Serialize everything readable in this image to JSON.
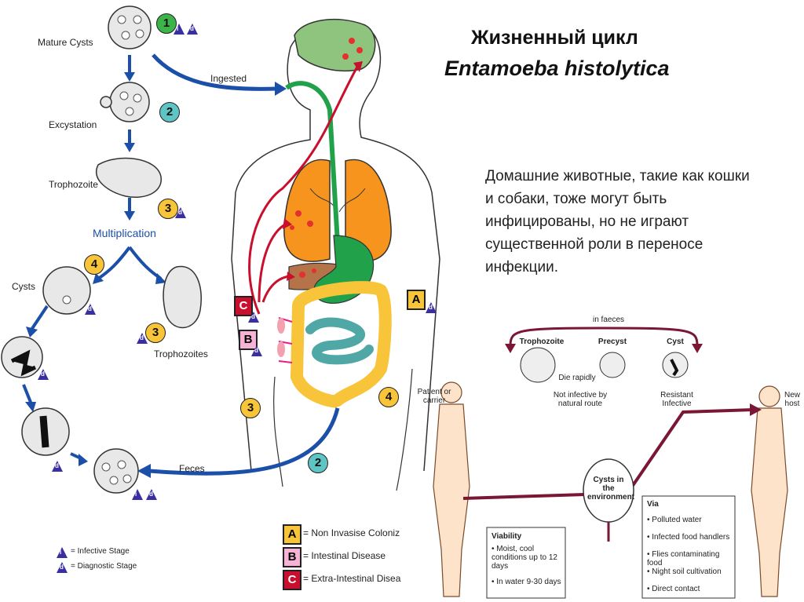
{
  "title": {
    "line1": "Жизненный цикл",
    "line2": "Entamoeba histolytica"
  },
  "note": "Домашние животные, такие как кошки и собаки, тоже могут быть инфицированы, но не играют существенной роли в переносе инфекции.",
  "lifecycle": {
    "mature_cysts": "Mature Cysts",
    "excystation": "Excystation",
    "trophozoite": "Trophozoite",
    "multiplication": "Multiplication",
    "cysts": "Cysts",
    "trophozoites": "Trophozoites",
    "ingested": "Ingested",
    "feces": "Feces",
    "stage_numbers": [
      "1",
      "2",
      "3",
      "4"
    ],
    "infective_letter": "i",
    "diagnostic_letter": "d"
  },
  "key": {
    "infective": "= Infective Stage",
    "diagnostic": "= Diagnostic Stage",
    "a_letter": "A",
    "a_text": "= Non Invasise Coloniz",
    "b_letter": "B",
    "b_text": "= Intestinal Disease",
    "c_letter": "C",
    "c_text": "= Extra-Intestinal Disea"
  },
  "transmission": {
    "in_faeces": "in faeces",
    "trophozoite": "Trophozoite",
    "precyst": "Precyst",
    "cyst": "Cyst",
    "die_rapidly": "Die rapidly",
    "not_infective": "Not infective by natural route",
    "resistant": "Resistant Infective",
    "patient": "Patient or carrier",
    "new_host": "New host",
    "environment": "Cysts in the environment",
    "viability_title": "Viability",
    "viability_items": [
      "Moist, cool conditions up to 12 days",
      "In water 9-30 days"
    ],
    "via_title": "Via",
    "via_items": [
      "Polluted water",
      "Infected food handlers",
      "Flies contaminating food",
      "Night soil cultivation",
      "Direct contact"
    ]
  },
  "colors": {
    "green": "#21a24a",
    "orange": "#f7941d",
    "yellow": "#f8c53a",
    "teal": "#4fa8a6",
    "red": "#c8102e",
    "blue": "#1c4fa8",
    "maroon": "#7a1734"
  }
}
